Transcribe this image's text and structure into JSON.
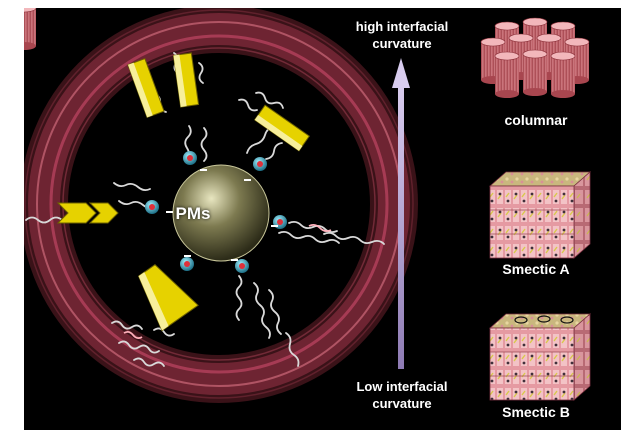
{
  "core": {
    "label": "PMs"
  },
  "axis": {
    "top_label": "high interfacial\ncurvature",
    "bottom_label": "Low interfacial\ncurvature"
  },
  "phases": {
    "columnar": "columnar",
    "smectic_a": "Smectic A",
    "smectic_b": "Smectic B"
  },
  "colors": {
    "background": "#000000",
    "ring": "#b0405a",
    "mesogen": "#e6d200",
    "chain": "#d9d9d9",
    "cation": "#e0303a",
    "arrow": "#b9a6d8",
    "column": "#e68a90",
    "lattice": "#e8a8b0"
  }
}
